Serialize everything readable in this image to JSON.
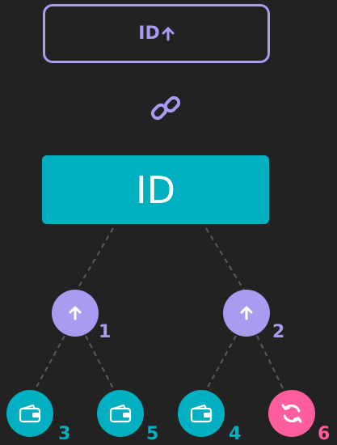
{
  "top_box": {
    "label": "ID"
  },
  "main_box": {
    "label": "ID"
  },
  "nodes": {
    "left_up": {
      "number": "1"
    },
    "right_up": {
      "number": "2"
    },
    "leaf_1": {
      "number": "3"
    },
    "leaf_2": {
      "number": "5"
    },
    "leaf_3": {
      "number": "4"
    },
    "leaf_4": {
      "number": "6"
    }
  },
  "icons": {
    "top_box_arrow": "arrow-up-icon",
    "link": "chain-link-icon",
    "up": "arrow-up-icon",
    "wallet": "wallet-icon",
    "refresh": "refresh-icon"
  },
  "colors": {
    "background": "#222222",
    "violet": "#a99bf0",
    "teal": "#00afc1",
    "pink": "#ff5d9e",
    "connector": "#555555"
  }
}
